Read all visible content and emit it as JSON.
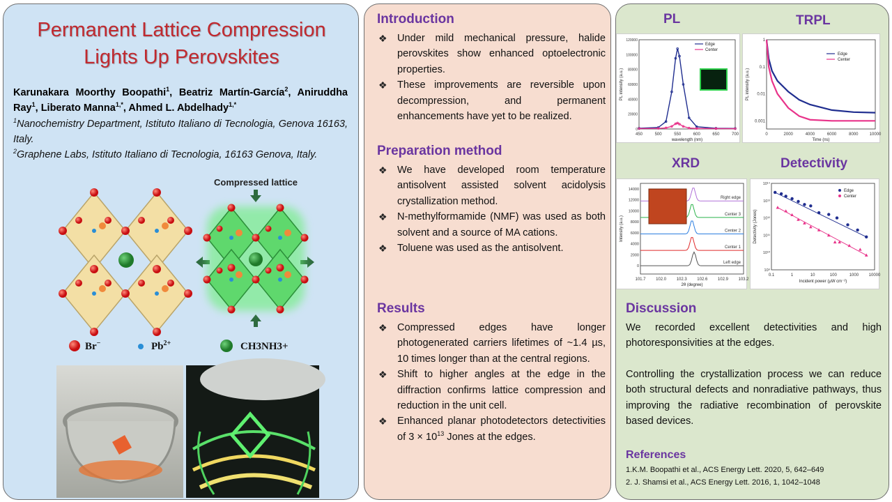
{
  "title": {
    "line1": "Permanent Lattice Compression",
    "line2": "Lights Up  Perovskites"
  },
  "authors": {
    "a1": "Karunakara Moorthy Boopathi",
    "a1s": "1",
    "a2": "Beatriz Martín-García",
    "a2s": "2",
    "a3": "Aniruddha Ray",
    "a3s": "1",
    "a4": "Liberato Manna",
    "a4s": "1,*",
    "a5": "Ahmed L. Abdelhady",
    "a5s": "1,*"
  },
  "affiliations": [
    {
      "sup": "1",
      "text": "Nanochemistry Department, Istituto Italiano di Tecnologia, Genova 16163, Italy."
    },
    {
      "sup": "2",
      "text": "Graphene Labs, Istituto Italiano di Tecnologia, 16163 Genova, Italy."
    }
  ],
  "figure": {
    "compressed_label": "Compressed lattice",
    "legend": [
      {
        "label": "Br",
        "sup": "−",
        "color": "#e0191b"
      },
      {
        "label": "Pb",
        "sup": "2+",
        "color": "#2a8ed6"
      },
      {
        "label": "CH3NH3+",
        "sup": "",
        "color": "#2f8f3a"
      }
    ]
  },
  "introduction": {
    "title": "Introduction",
    "bullets": [
      "Under mild mechanical pressure, halide perovskites show enhanced optoelectronic properties.",
      "These improvements are reversible upon decompression, and permanent enhancements have yet to be realized."
    ]
  },
  "preparation": {
    "title": "Preparation method",
    "bullets": [
      "We have developed room temperature antisolvent assisted solvent acidolysis crystallization method.",
      "N-methylformamide (NMF) was used as both solvent and a source of MA cations.",
      "Toluene was used as the antisolvent."
    ]
  },
  "results": {
    "title": "Results",
    "b1": "Compressed edges have longer photogenerated carriers lifetimes of ~1.4 µs, 10 times longer than at the central regions.",
    "b2": "Shift to higher angles at the edge in the diffraction confirms lattice compression and reduction in the unit cell.",
    "b3a": "Enhanced planar photodetectors detectivities of 3 × 10",
    "b3sup": "13",
    "b3b": " Jones at the edges."
  },
  "charts_titles": {
    "pl": "PL",
    "trpl": "TRPL",
    "xrd": "XRD",
    "det": "Detectivity"
  },
  "chart_data": [
    {
      "type": "line",
      "title": "PL",
      "xlabel": "wavelength (nm)",
      "ylabel": "PL intensity (a.u.)",
      "xlim": [
        450,
        700
      ],
      "ylim": [
        0,
        120000
      ],
      "xticks": [
        450,
        500,
        550,
        600,
        650,
        700
      ],
      "yticks": [
        0,
        20000,
        40000,
        60000,
        80000,
        100000,
        120000
      ],
      "x": [
        450,
        500,
        520,
        535,
        545,
        550,
        555,
        565,
        580,
        600,
        650,
        700
      ],
      "series": [
        {
          "name": "Edge",
          "color": "#1f2d8f",
          "values": [
            1000,
            2000,
            10000,
            50000,
            95000,
            108000,
            98000,
            60000,
            15000,
            3000,
            1000,
            800
          ]
        },
        {
          "name": "Center",
          "color": "#e8338a",
          "values": [
            500,
            800,
            1500,
            3500,
            7000,
            8000,
            6500,
            3500,
            1200,
            700,
            500,
            400
          ]
        }
      ]
    },
    {
      "type": "line",
      "title": "TRPL",
      "xlabel": "Time (ns)",
      "ylabel": "PL intensity (a.u.)",
      "xlim": [
        0,
        10000
      ],
      "ylim": [
        0.0005,
        1
      ],
      "yscale": "log",
      "xticks": [
        0,
        2000,
        4000,
        6000,
        8000,
        10000
      ],
      "yticks": [
        "1",
        "0.1",
        "0.01",
        "0.001"
      ],
      "x": [
        0,
        200,
        500,
        1000,
        2000,
        3000,
        4000,
        6000,
        8000,
        10000
      ],
      "series": [
        {
          "name": "Edge",
          "color": "#1f2d8f",
          "values": [
            1,
            0.2,
            0.07,
            0.03,
            0.012,
            0.006,
            0.004,
            0.0025,
            0.0021,
            0.002
          ]
        },
        {
          "name": "Center",
          "color": "#e8338a",
          "values": [
            1,
            0.1,
            0.03,
            0.01,
            0.003,
            0.0015,
            0.0011,
            0.001,
            0.001,
            0.001
          ]
        }
      ]
    },
    {
      "type": "line",
      "title": "XRD",
      "xlabel": "2θ (degree)",
      "ylabel": "Intensity (a.u.)",
      "xlim": [
        101.7,
        103.2
      ],
      "ylim": [
        -1500,
        15000
      ],
      "xticks": [
        "101.7",
        "102.0",
        "102.3",
        "102.6",
        "102.9",
        "103.2"
      ],
      "yticks": [
        0,
        2000,
        4000,
        6000,
        8000,
        10000,
        12000,
        14000
      ],
      "series": [
        {
          "name": "Left edge",
          "color": "#555555",
          "offset": 0,
          "peak": 102.48
        },
        {
          "name": "Center 1",
          "color": "#e02a2a",
          "offset": 2800,
          "peak": 102.45
        },
        {
          "name": "Center 2",
          "color": "#2a7de0",
          "offset": 5800,
          "peak": 102.45
        },
        {
          "name": "Center 3",
          "color": "#2bb34b",
          "offset": 8800,
          "peak": 102.45
        },
        {
          "name": "Right edge",
          "color": "#b070d8",
          "offset": 11800,
          "peak": 102.47
        }
      ]
    },
    {
      "type": "scatter",
      "title": "Detectivity",
      "xlabel": "Incident power (µW cm⁻²)",
      "ylabel": "Detectivity (Jones)",
      "xscale": "log",
      "yscale": "log",
      "xticks": [
        "0.1",
        "1",
        "10",
        "100",
        "1000",
        "10000"
      ],
      "yticks": [
        "10⁹",
        "10¹⁰",
        "10¹¹",
        "10¹²",
        "10¹³",
        "10¹⁴"
      ],
      "series": [
        {
          "name": "Edge",
          "color": "#1f2d8f",
          "x": [
            0.15,
            0.3,
            0.5,
            1,
            2,
            4,
            8,
            20,
            60,
            150,
            500,
            1500,
            4000
          ],
          "values": [
            30000000000000.0,
            25000000000000.0,
            18000000000000.0,
            13000000000000.0,
            9000000000000.0,
            6000000000000.0,
            5000000000000.0,
            2000000000000.0,
            1600000000000.0,
            1000000000000.0,
            400000000000.0,
            200000000000.0,
            80000000000.0
          ]
        },
        {
          "name": "Center",
          "color": "#e8338a",
          "x": [
            0.2,
            0.5,
            1,
            2,
            4,
            8,
            20,
            60,
            120,
            200,
            600,
            2000,
            4000
          ],
          "values": [
            4000000000000.0,
            2500000000000.0,
            1500000000000.0,
            800000000000.0,
            500000000000.0,
            300000000000.0,
            200000000000.0,
            100000000000.0,
            40000000000.0,
            40000000000.0,
            25000000000.0,
            15000000000.0,
            7000000000.0
          ]
        }
      ]
    }
  ],
  "discussion": {
    "title": "Discussion",
    "p1": "We recorded excellent detectivities and high photoresponsivities at the edges.",
    "p2": "Controlling the crystallization process we can reduce both structural defects and nonradiative pathways, thus improving the radiative recombination of perovskite based devices."
  },
  "references": {
    "title": "References",
    "r1": "1.K.M. Boopathi et al., ACS Energy Lett. 2020,  5, 642–649",
    "r2": "2. J. Shamsi et al., ACS Energy Lett. 2016,  1, 1042–1048"
  }
}
